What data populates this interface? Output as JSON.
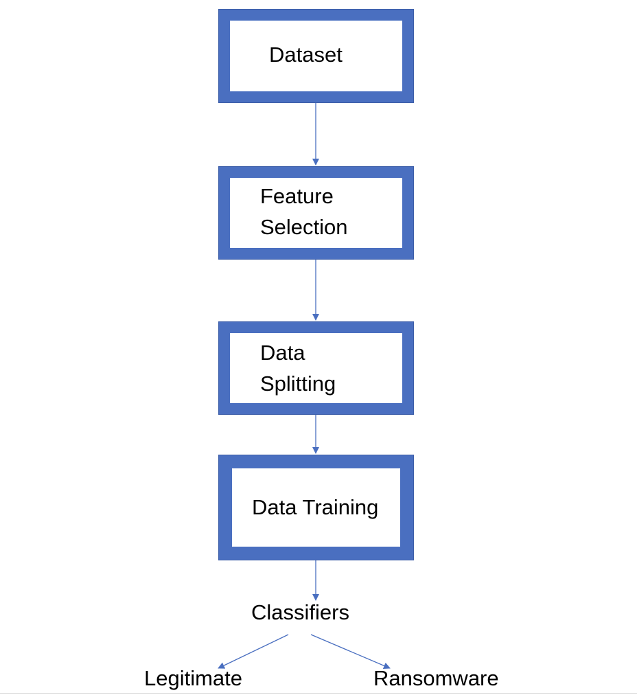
{
  "nodes": {
    "dataset": {
      "label": "Dataset"
    },
    "feature_selection": {
      "line1": "Feature",
      "line2": "Selection"
    },
    "data_splitting": {
      "line1": "Data",
      "line2": "Splitting"
    },
    "data_training": {
      "label": "Data Training"
    },
    "classifiers": {
      "label": "Classifiers"
    },
    "legitimate": {
      "label": "Legitimate"
    },
    "ransomware": {
      "label": "Ransomware"
    }
  },
  "colors": {
    "box_border": "#4a6fc0",
    "arrow": "#4a6fc0",
    "text": "#000000"
  }
}
